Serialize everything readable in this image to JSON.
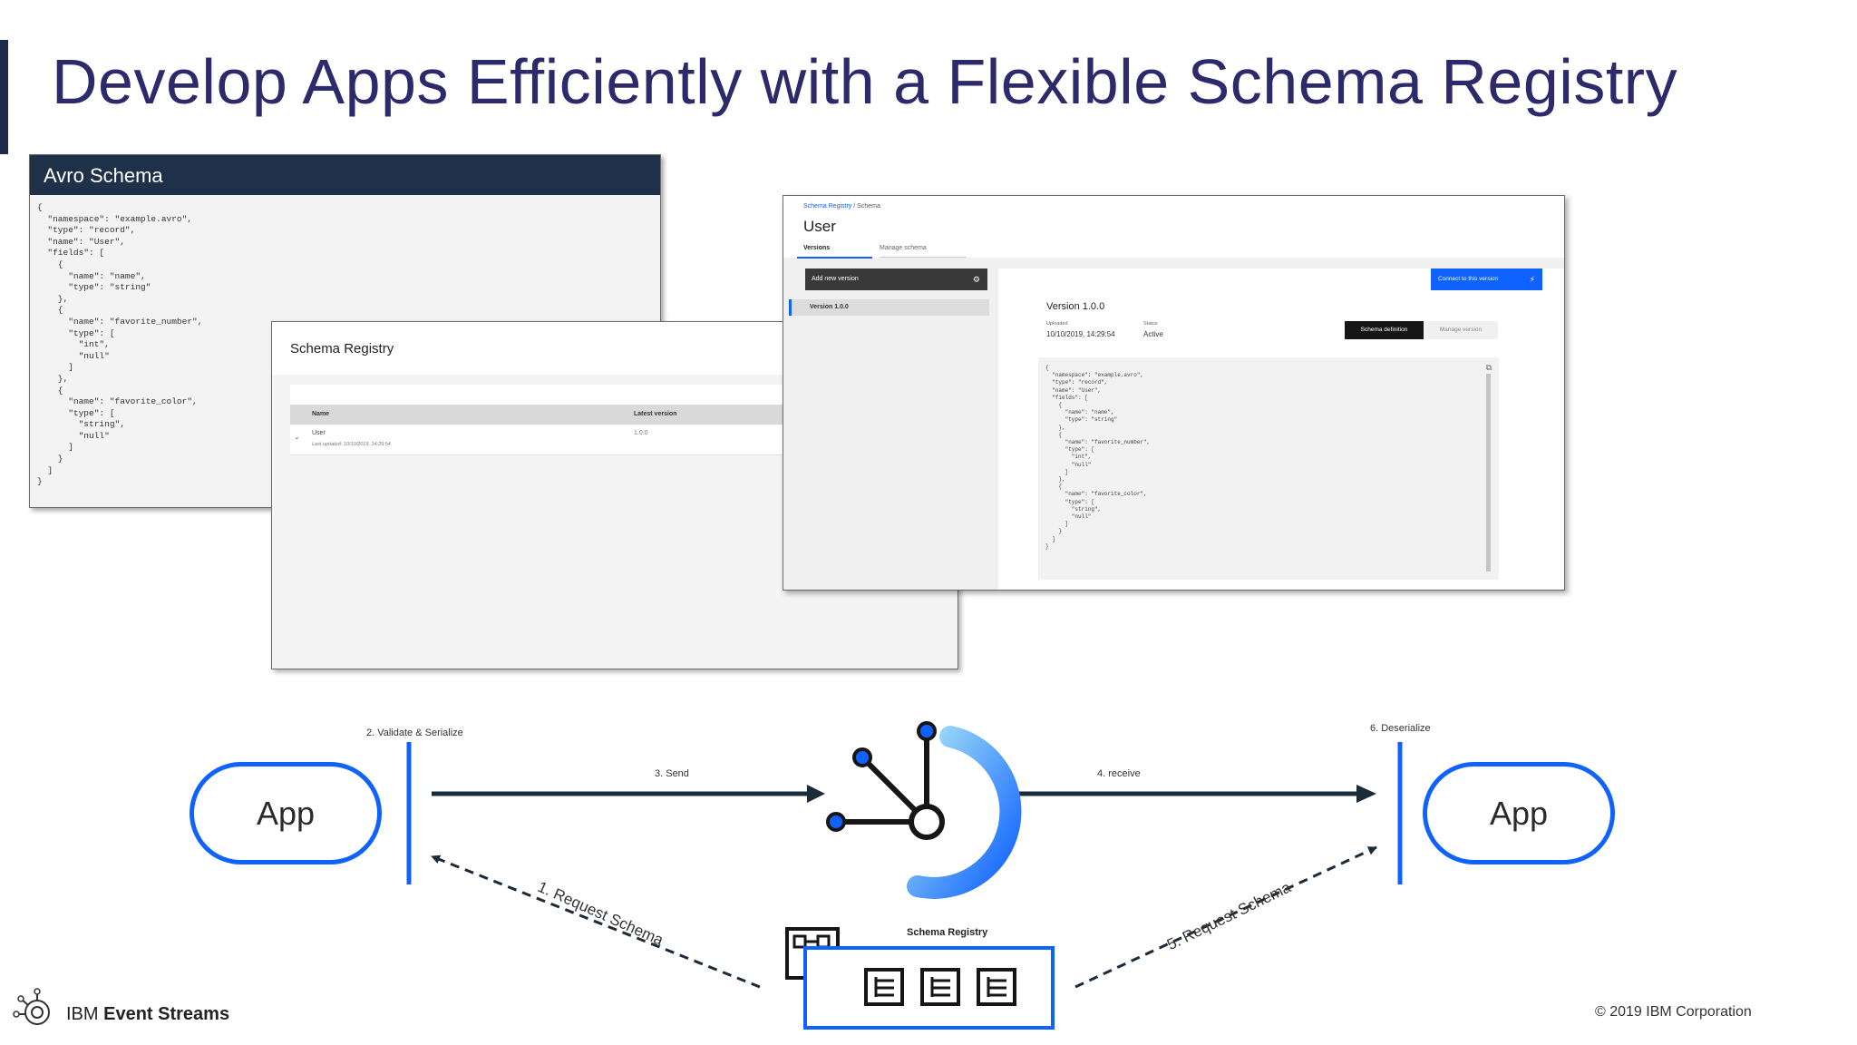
{
  "slide": {
    "title": "Develop Apps Efficiently with a Flexible Schema Registry"
  },
  "avro_panel": {
    "header": "Avro Schema",
    "code": "{\n  \"namespace\": \"example.avro\",\n  \"type\": \"record\",\n  \"name\": \"User\",\n  \"fields\": [\n    {\n      \"name\": \"name\",\n      \"type\": \"string\"\n    },\n    {\n      \"name\": \"favorite_number\",\n      \"type\": [\n        \"int\",\n        \"null\"\n      ]\n    },\n    {\n      \"name\": \"favorite_color\",\n      \"type\": [\n        \"string\",\n        \"null\"\n      ]\n    }\n  ]\n}"
  },
  "registry_list": {
    "title": "Schema Registry",
    "columns": {
      "name": "Name",
      "latest_version": "Latest version"
    },
    "rows": [
      {
        "name": "User",
        "updated": "Last updated: 10/10/2019, 14:29:54",
        "version": "1.0.0"
      }
    ]
  },
  "schema_detail": {
    "breadcrumb": {
      "root": "Schema Registry",
      "separator": "/",
      "current": "Schema"
    },
    "title": "User",
    "tabs": {
      "versions": "Versions",
      "manage": "Manage schema"
    },
    "add_version_label": "Add new version",
    "version_item": "Version 1.0.0",
    "connect_label": "Connect to this version",
    "version_heading": "Version 1.0.0",
    "uploaded_label": "Uploaded",
    "uploaded_value": "10/10/2019, 14:29:54",
    "status_label": "Status",
    "status_value": "Active",
    "segments": {
      "definition": "Schema definition",
      "manage": "Manage version"
    },
    "code": "{\n  \"namespace\": \"example.avro\",\n  \"type\": \"record\",\n  \"name\": \"User\",\n  \"fields\": [\n    {\n      \"name\": \"name\",\n      \"type\": \"string\"\n    },\n    {\n      \"name\": \"favorite_number\",\n      \"type\": [\n        \"int\",\n        \"null\"\n      ]\n    },\n    {\n      \"name\": \"favorite_color\",\n      \"type\": [\n        \"string\",\n        \"null\"\n      ]\n    }\n  ]\n}"
  },
  "diagram": {
    "app_left": "App",
    "app_right": "App",
    "step1": "1. Request Schema",
    "step2": "2. Validate & Serialize",
    "step3": "3. Send",
    "step4": "4. receive",
    "step5": "5. Request Schema",
    "step6": "6. Deserialize",
    "registry_label": "Schema Registry"
  },
  "footer": {
    "brand_prefix": "IBM",
    "brand_product": "Event Streams",
    "copyright": "© 2019 IBM Corporation"
  },
  "colors": {
    "accent_blue": "#0f62fe",
    "title_purple": "#2d2a6b",
    "header_navy": "#1f3148",
    "arrow_navy": "#1c2b3a"
  },
  "icons": [
    "event-streams-logo-icon",
    "schema-tree-icon",
    "schema-document-icon",
    "copy-icon",
    "gear-icon",
    "bolt-icon",
    "chevron-down-icon"
  ]
}
